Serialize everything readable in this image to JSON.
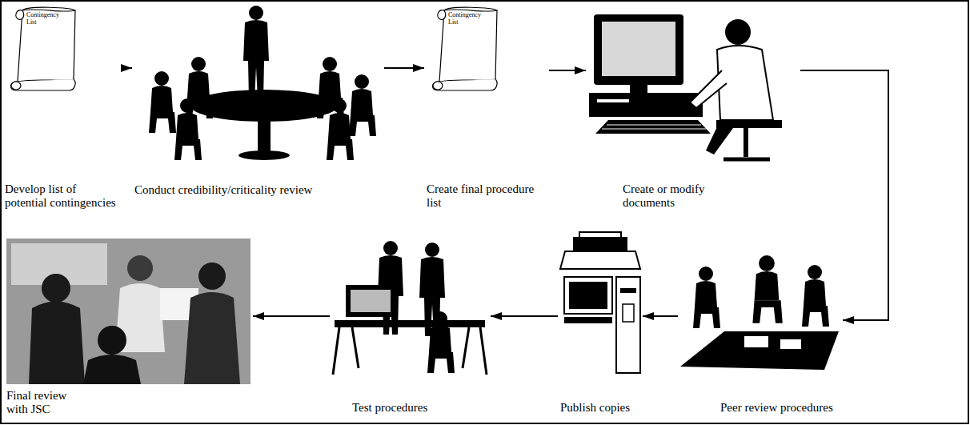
{
  "diagram": {
    "nodes": [
      {
        "text": [
          "Develop list of potential contingencies"
        ]
      },
      {
        "text": [
          "Conduct credibility/criticality review"
        ]
      },
      {
        "text": [
          "Create final procedure list"
        ]
      },
      {
        "text": [
          "Create or modify documents"
        ]
      },
      {
        "text": [
          "Peer review procedures"
        ]
      },
      {
        "text": [
          "Publish copies"
        ]
      },
      {
        "text": [
          "Test procedures"
        ]
      },
      {
        "text": [
          "Final review with JSC"
        ]
      }
    ],
    "edges": [
      {
        "from": 0,
        "to": 1,
        "arrow": "to"
      },
      {
        "from": 1,
        "to": 2,
        "arrow": "to"
      },
      {
        "from": 2,
        "to": 3,
        "arrow": "to"
      },
      {
        "from": 3,
        "to": 4,
        "arrow": "to"
      },
      {
        "from": 4,
        "to": 5,
        "arrow": "to"
      },
      {
        "from": 5,
        "to": 6,
        "arrow": "to"
      },
      {
        "from": 6,
        "to": 7,
        "arrow": "to"
      }
    ],
    "labels": [
      "Contingency List",
      "Contingency List"
    ]
  }
}
